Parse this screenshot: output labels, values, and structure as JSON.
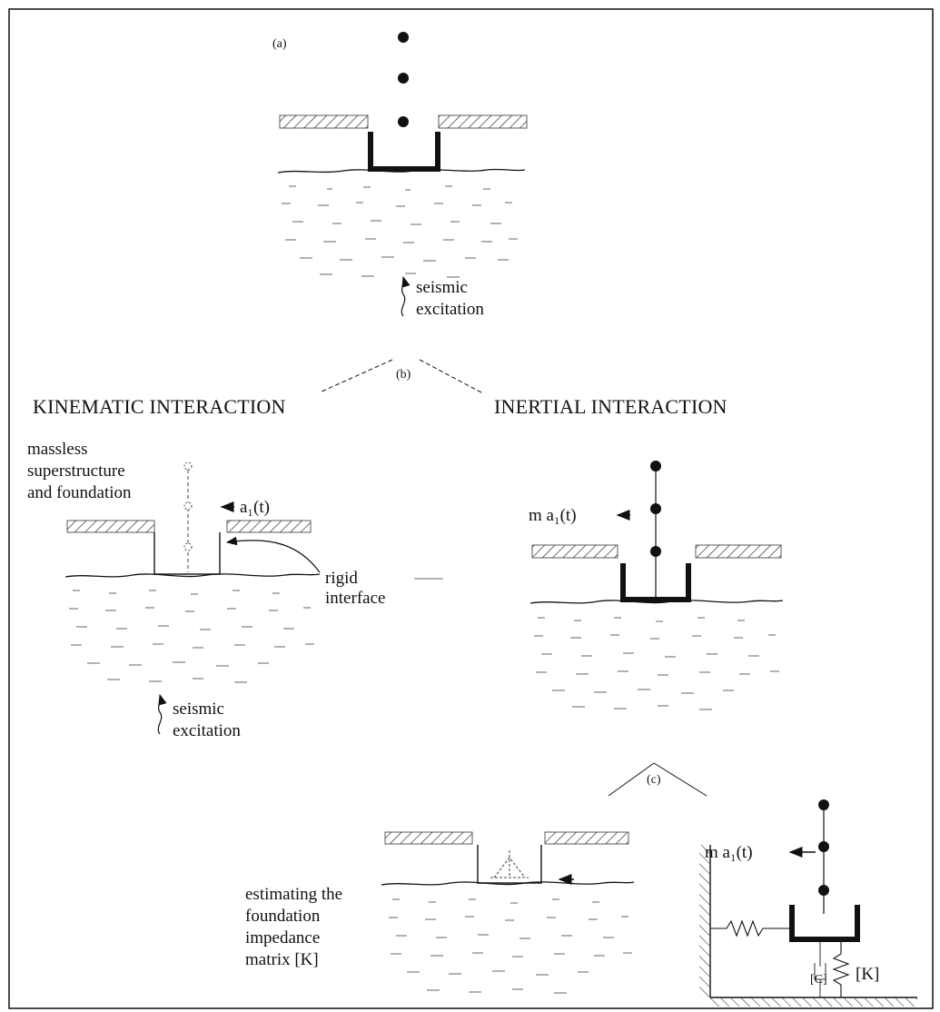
{
  "panel_a": {
    "label": "(a)",
    "excitation": [
      "seismic",
      "excitation"
    ]
  },
  "panel_b": {
    "label": "(b)",
    "left_heading": "KINEMATIC INTERACTION",
    "right_heading": "INERTIAL INTERACTION",
    "kinematic": {
      "massless": [
        "massless",
        "superstructure",
        "and foundation"
      ],
      "accel": "a₁(t)",
      "rigid": [
        "rigid",
        "interface"
      ],
      "excitation": [
        "seismic",
        "excitation"
      ]
    },
    "inertial": {
      "force": "m a₁(t)"
    }
  },
  "panel_c": {
    "label": "(c)",
    "estimating": [
      "estimating the",
      "foundation",
      "impedance",
      "matrix [K]"
    ],
    "force": "m a₁(t)",
    "stiffness": "[K]",
    "damper": "[C]"
  }
}
